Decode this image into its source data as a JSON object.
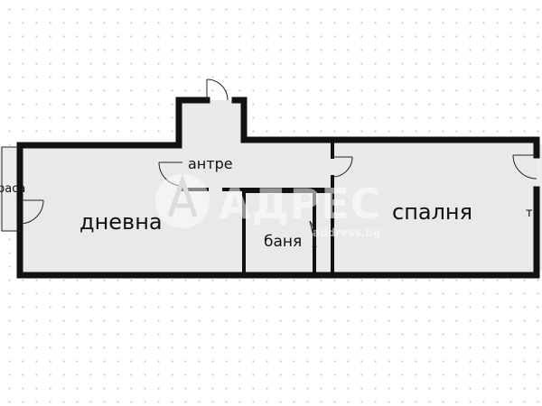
{
  "rooms": {
    "living_room": "дневна",
    "bedroom": "спалня",
    "bathroom": "баня",
    "entrance": "антре",
    "terrace_left": "раса",
    "terrace_right": "те"
  },
  "watermark": {
    "brand": "АДРЕС",
    "url": "address.bg"
  },
  "colors": {
    "floor": "#e9e9e9",
    "wall": "#111111",
    "background": "#ffffff",
    "grid_dot": "#c5cfd8"
  }
}
